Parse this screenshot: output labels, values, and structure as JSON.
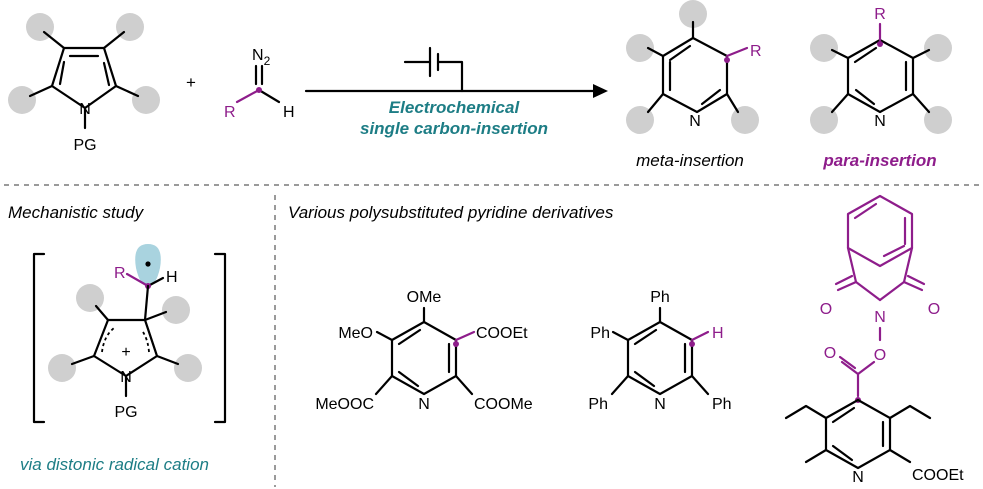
{
  "colors": {
    "purple": "#8e1d8b",
    "teal": "#1d7d85",
    "substituent_gray": "#cfcfcf",
    "orbital": "#a9d3df"
  },
  "reaction": {
    "condition_line1": "Electrochemical",
    "condition_line2": "single carbon-insertion",
    "plus": "+"
  },
  "pyrrole": {
    "n_label": "N",
    "pg_label": "PG"
  },
  "diazo": {
    "n2_label": "N",
    "n2_sub": "2",
    "r_label": "R",
    "h_label": "H"
  },
  "products": {
    "meta_label": "meta-insertion",
    "para_label": "para-insertion",
    "r_label": "R",
    "n_label": "N"
  },
  "mechanism": {
    "title": "Mechanistic study",
    "caption": "via distonic radical cation",
    "r_label": "R",
    "h_label": "H",
    "n_label": "N",
    "pg_label": "PG",
    "plus": "+"
  },
  "derivatives": {
    "title": "Various polysubstituted pyridine derivatives",
    "compound1": {
      "ome": "OMe",
      "meo": "MeO",
      "cooet": "COOEt",
      "meooc": "MeOOC",
      "coome": "COOMe",
      "n": "N"
    },
    "compound2": {
      "ph_top": "Ph",
      "ph_left": "Ph",
      "h": "H",
      "ph_bl": "Ph",
      "ph_br": "Ph",
      "n": "N"
    },
    "compound3": {
      "o1": "O",
      "o2": "O",
      "n_imide": "N",
      "o_link": "O",
      "o_carbonyl": "O",
      "n": "N",
      "cooet": "COOEt"
    }
  }
}
